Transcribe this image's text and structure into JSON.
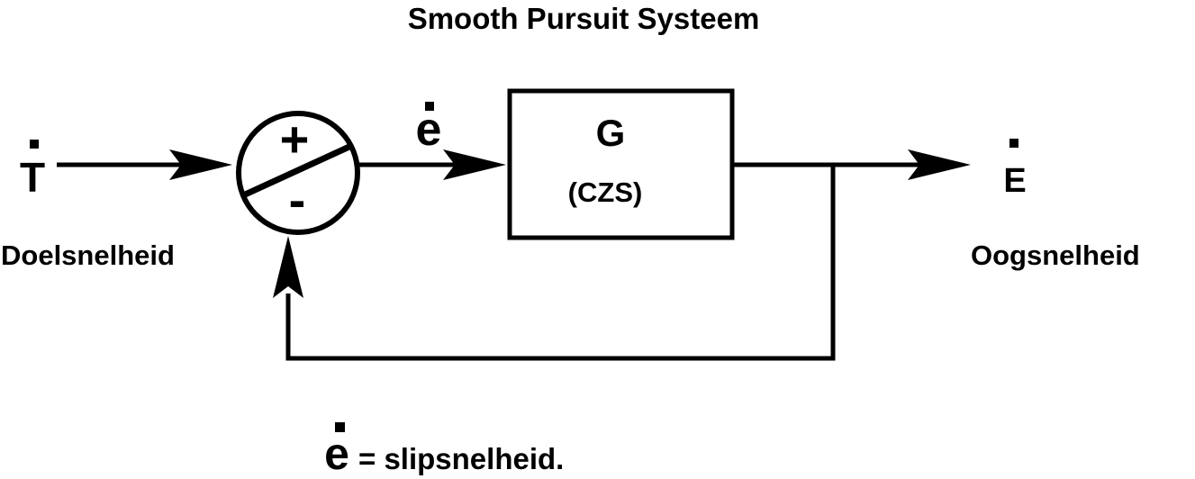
{
  "title": "Smooth Pursuit Systeem",
  "colors": {
    "ink": "#000000",
    "background": "#ffffff"
  },
  "diagram": {
    "input": {
      "symbol": "T",
      "label": "Doelsnelheid"
    },
    "summer": {
      "plus_sign": "+",
      "minus_sign": "-"
    },
    "error_signal": {
      "symbol": "e"
    },
    "block": {
      "gain": "G",
      "subtitle": "(CZS)"
    },
    "output": {
      "symbol": "E",
      "label": "Oogsnelheid"
    },
    "legend": {
      "symbol": "e",
      "definition": "= slipsnelheid."
    }
  }
}
